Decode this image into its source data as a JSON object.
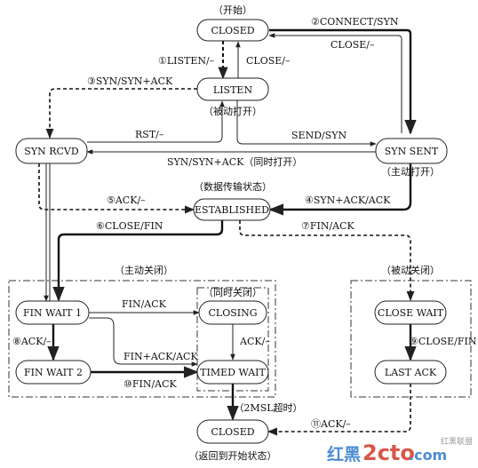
{
  "colors": {
    "line": "#222222",
    "watermark_blue": "#2a78c8",
    "watermark_red": "#d23a2a",
    "watermark_gray": "#8a8a8a"
  },
  "states": {
    "closed_top": "CLOSED",
    "listen": "LISTEN",
    "syn_rcvd": "SYN RCVD",
    "syn_sent": "SYN SENT",
    "established": "ESTABLISHED",
    "fin_wait_1": "FIN WAIT 1",
    "fin_wait_2": "FIN WAIT 2",
    "closing": "CLOSING",
    "timed_wait": "TIMED WAIT",
    "close_wait": "CLOSE WAIT",
    "last_ack": "LAST ACK",
    "closed_bottom": "CLOSED"
  },
  "notes": {
    "start": "（开始）",
    "passive_open": "（被动打开）",
    "active_open": "（主动打开）",
    "data_transfer": "（数据传输状态）",
    "active_close": "（主动关闭）",
    "simultaneous_close": "（同时关闭）",
    "passive_close": "（被动关闭）",
    "two_msl": "（2MSL超时）",
    "return_start": "（返回到开始状态）"
  },
  "transitions": {
    "t2_connect_syn": "②CONNECT/SYN",
    "close_from_syn_sent": "CLOSE/–",
    "t1_listen": "①LISTEN/–",
    "close_from_listen": "CLOSE/–",
    "t3_syn_synack": "③SYN/SYN+ACK",
    "rst": "RST/–",
    "send_syn": "SEND/SYN",
    "simultaneous_open": "SYN/SYN+ACK（同时打开）",
    "t5_ack": "⑤ACK/–",
    "t4_synack_ack": "④SYN+ACK/ACK",
    "t6_close_fin": "⑥CLOSE/FIN",
    "t7_fin_ack": "⑦FIN/ACK",
    "fin_ack_to_closing": "FIN/ACK",
    "ack_from_closing": "ACK/–",
    "t8_ack": "⑧ACK/–",
    "finack_ack": "FIN+ACK/ACK",
    "t9_close_fin": "⑨CLOSE/FIN",
    "t10_fin_ack": "⑩FIN/ACK",
    "t11_ack": "⑪ACK/–"
  },
  "watermark": {
    "left": "红黑",
    "middle": "2cto",
    "right": ".com",
    "tag": "红黑联盟"
  }
}
